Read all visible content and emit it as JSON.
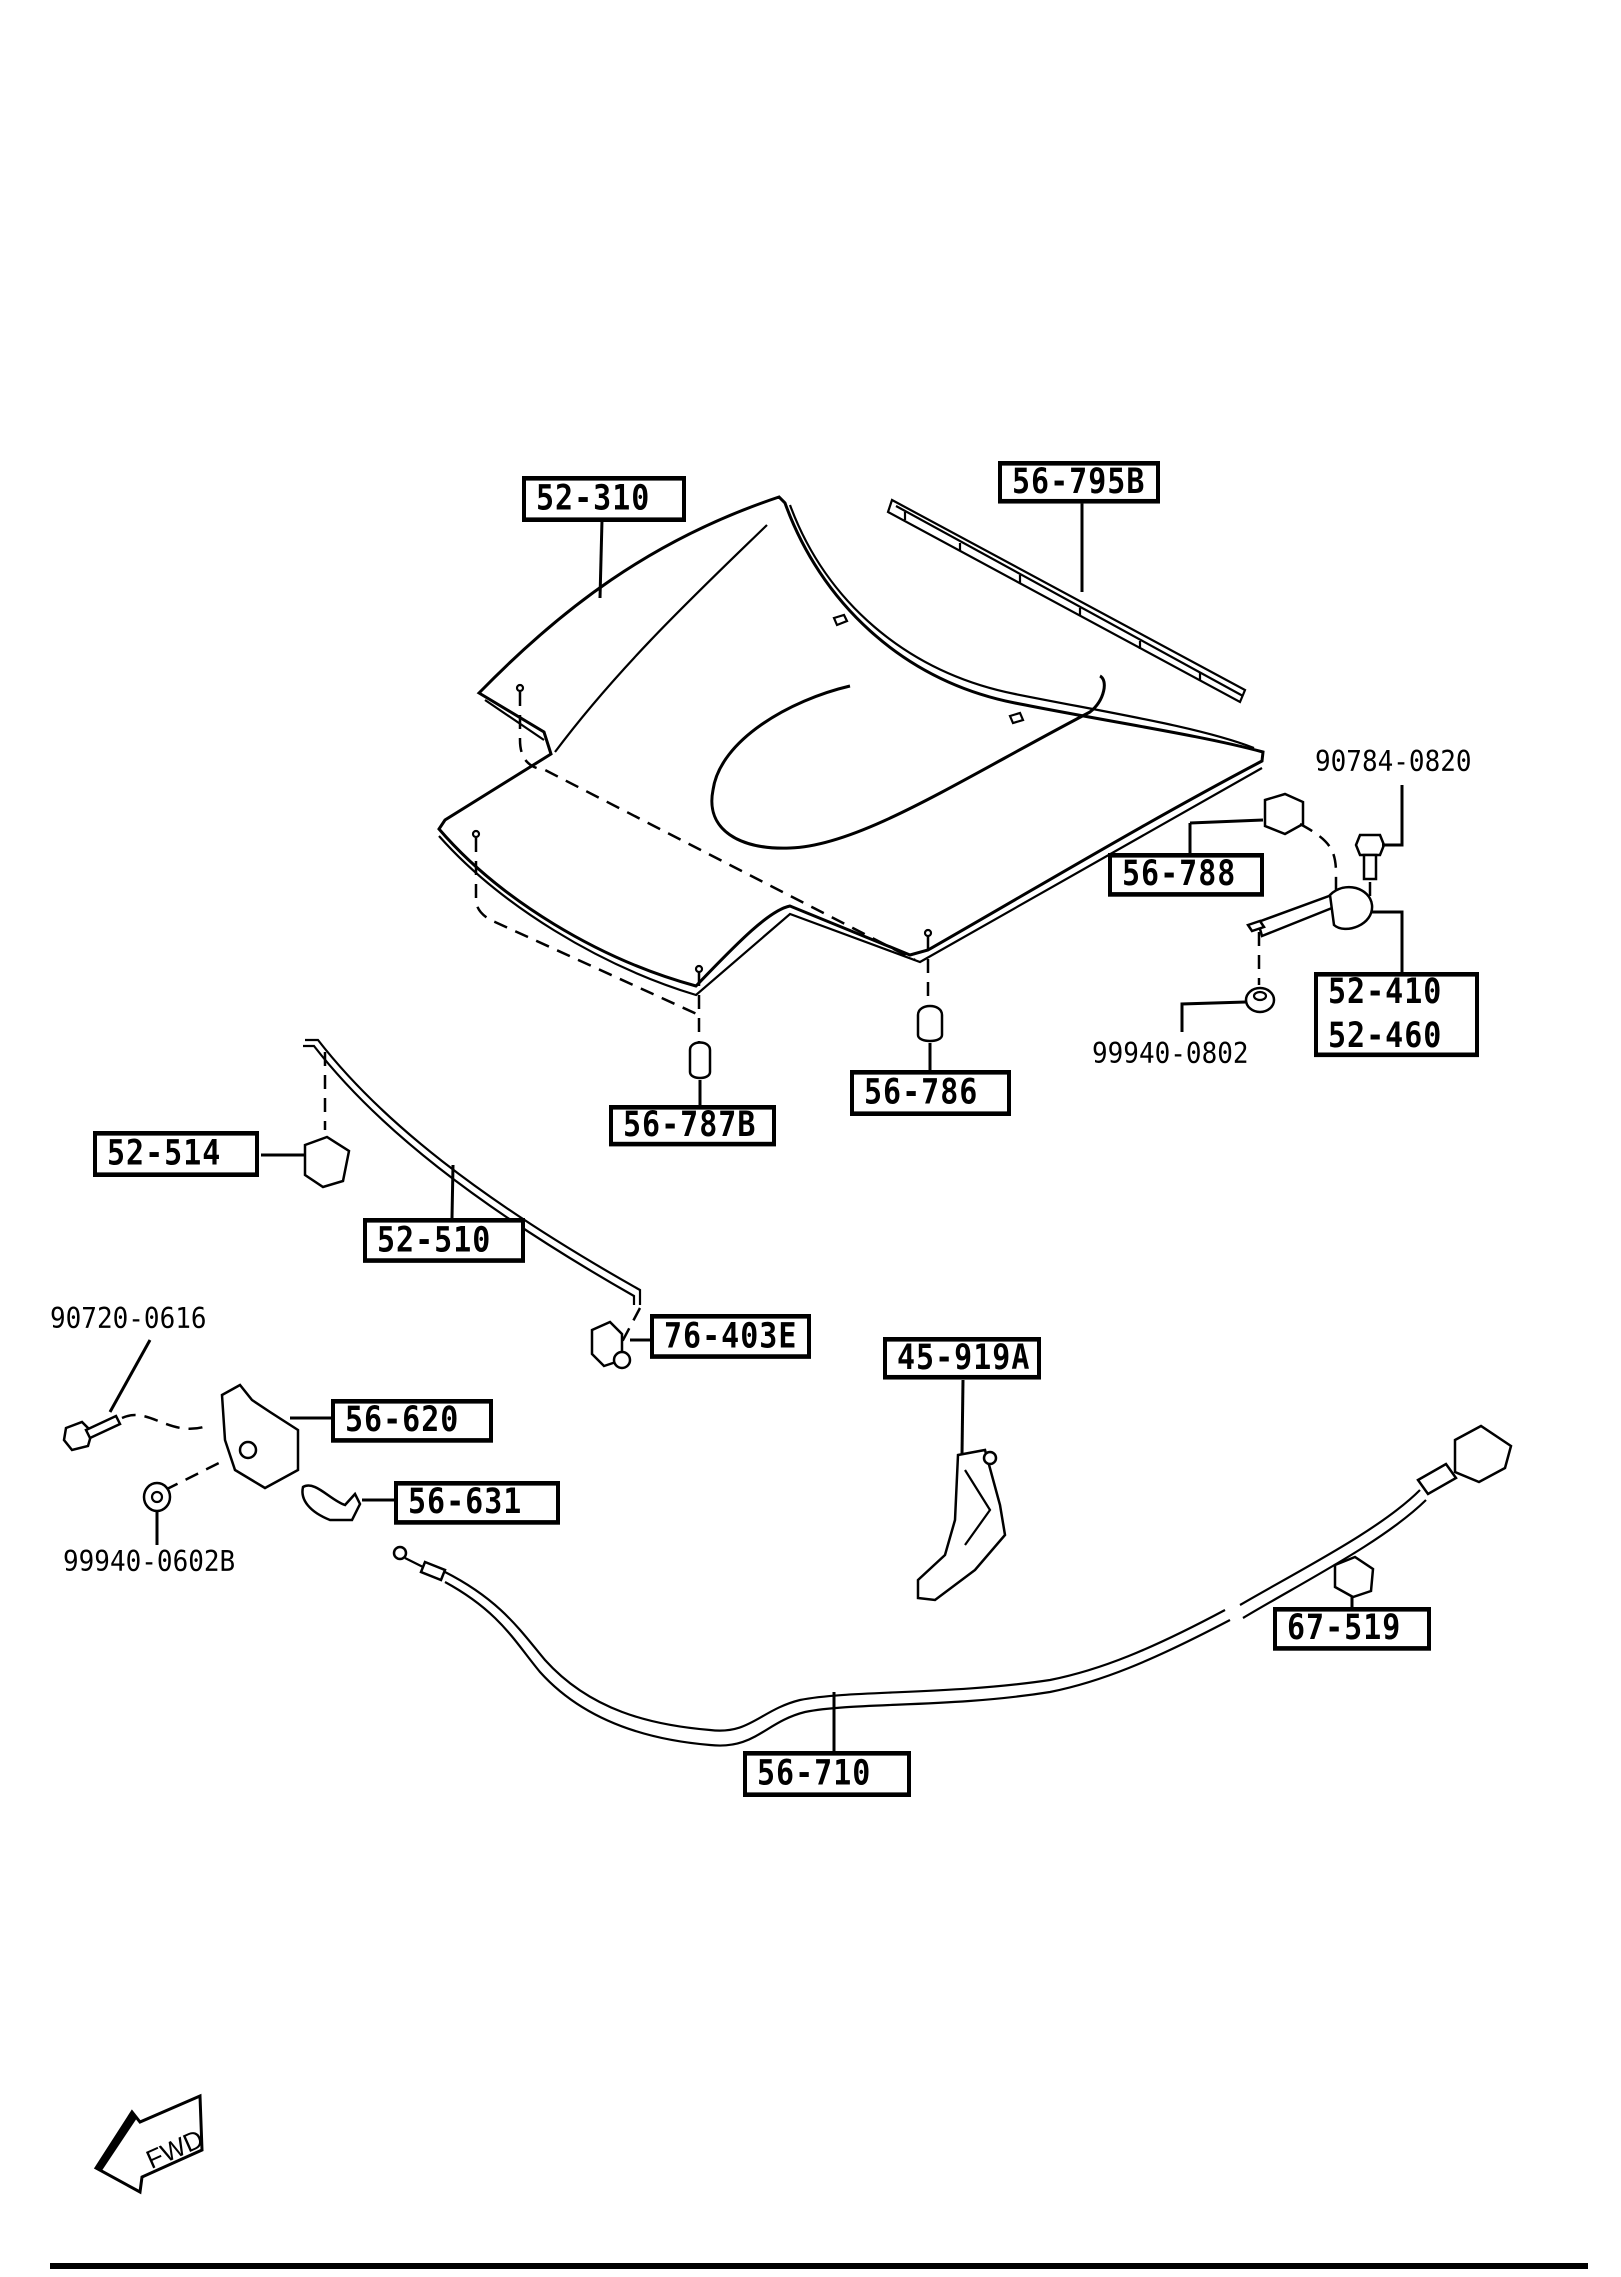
{
  "diagram": {
    "title_context": "Hood, hood lock, release cable and related parts (exploded parts diagram)",
    "callouts_boxed": [
      {
        "id": "hood-panel",
        "text": "52-310"
      },
      {
        "id": "hood-seal-strip",
        "text": "56-795B"
      },
      {
        "id": "hinge-stopper",
        "text": "56-788"
      },
      {
        "id": "hood-hinge",
        "lines": [
          "52-410",
          "52-460"
        ]
      },
      {
        "id": "hood-bumper-rear",
        "text": "56-787B"
      },
      {
        "id": "hood-bumper-front",
        "text": "56-786"
      },
      {
        "id": "prop-rod-holder",
        "text": "52-514"
      },
      {
        "id": "prop-rod",
        "text": "52-510"
      },
      {
        "id": "prop-rod-grommet",
        "text": "76-403E"
      },
      {
        "id": "hood-lock",
        "text": "56-620"
      },
      {
        "id": "lock-cover",
        "text": "56-631"
      },
      {
        "id": "release-lever",
        "text": "45-919A"
      },
      {
        "id": "cable-clip",
        "text": "67-519"
      },
      {
        "id": "release-cable",
        "text": "56-710"
      }
    ],
    "callouts_plain": [
      {
        "id": "hinge-bolt",
        "text": "90784-0820"
      },
      {
        "id": "hinge-nut",
        "text": "99940-0802"
      },
      {
        "id": "lock-bolt",
        "text": "90720-0616"
      },
      {
        "id": "lock-nut",
        "text": "99940-0602B"
      }
    ],
    "direction_indicator": {
      "text": "FWD",
      "icon": "forward-arrow-icon"
    }
  }
}
